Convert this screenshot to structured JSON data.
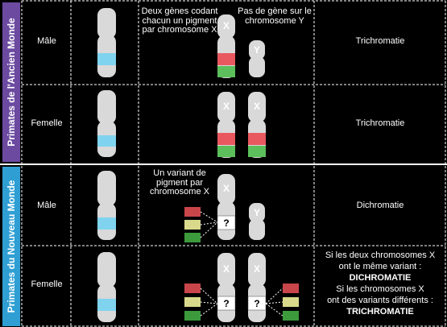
{
  "groups": {
    "old_world": {
      "label": "Primates de l'Ancien Monde",
      "color": "#6b4aa0",
      "male": {
        "sex": "Mâle",
        "note_x": "Deux gènes codant chacun un pigment par chromosome X",
        "note_y": "Pas de gène sur le chromosome Y",
        "vision": "Trichromatie"
      },
      "female": {
        "sex": "Femelle",
        "vision": "Trichromatie"
      }
    },
    "new_world": {
      "label": "Primates du Nouveau Monde",
      "color": "#2f9fd3",
      "male": {
        "sex": "Mâle",
        "note_x": "Un variant de pigment par chromosome X",
        "vision": "Dichromatie"
      },
      "female": {
        "sex": "Femelle",
        "vision_line1": "Si les deux chromosomes X",
        "vision_line2": "ont le même variant :",
        "vision_line3": "DICHROMATIE",
        "vision_line4": "Si les chromosomes X",
        "vision_line5": "ont des variants différents :",
        "vision_line6": "TRICHROMATIE"
      }
    }
  },
  "chromosome_labels": {
    "x": "X",
    "y": "Y",
    "unknown": "?"
  },
  "colors": {
    "background": "#000000",
    "chromosome": "#d9d9d9",
    "autosome_band": "#7fd3ee",
    "red_gene": "#e8585e",
    "green_gene": "#5cbf5c",
    "variant_red": "#c8454a",
    "variant_yellow": "#d9d98c",
    "variant_green": "#3c9a3c"
  }
}
